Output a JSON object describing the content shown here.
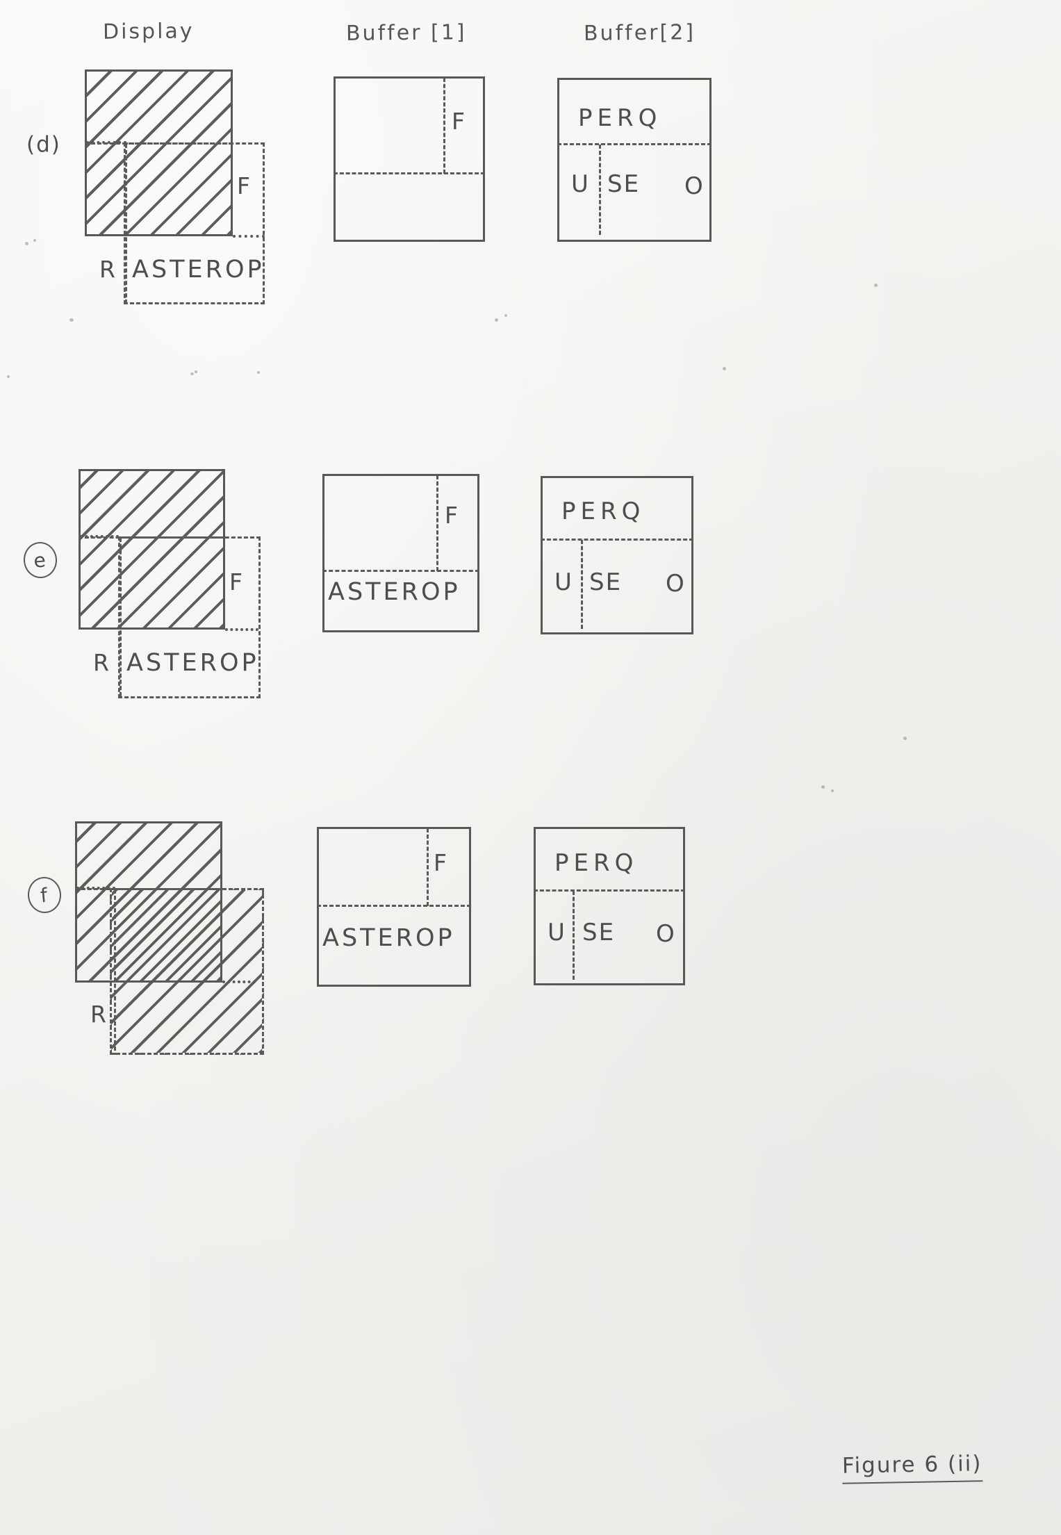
{
  "figure": {
    "caption": "Figure 6 (ii)"
  },
  "columns": [
    {
      "id": "display",
      "title": "Display"
    },
    {
      "id": "buffer1",
      "title": "Buffer [1]"
    },
    {
      "id": "buffer2",
      "title": "Buffer[2]"
    }
  ],
  "rows": [
    {
      "id": "d",
      "label": "(d)",
      "circled": false,
      "display": {
        "hatched": true,
        "overflow_hatched": false,
        "labels": {
          "f": "F",
          "r": "R",
          "asterop": "ASTEROP"
        }
      },
      "buffer1": {
        "top_text": "",
        "bottom_text": "",
        "f_label": "F"
      },
      "buffer2": {
        "top_text": "PERQ",
        "bottom_left": "U",
        "bottom_mid": "SE",
        "bottom_right": "O"
      }
    },
    {
      "id": "e",
      "label": "e",
      "circled": true,
      "display": {
        "hatched": true,
        "overflow_hatched": false,
        "labels": {
          "f": "F",
          "r": "R",
          "asterop": "ASTEROP"
        }
      },
      "buffer1": {
        "top_text": "",
        "bottom_text": "ASTEROP",
        "f_label": "F"
      },
      "buffer2": {
        "top_text": "PERQ",
        "bottom_left": "U",
        "bottom_mid": "SE",
        "bottom_right": "O"
      }
    },
    {
      "id": "f",
      "label": "f",
      "circled": true,
      "display": {
        "hatched": true,
        "overflow_hatched": true,
        "labels": {
          "f": "",
          "r": "R",
          "asterop": ""
        }
      },
      "buffer1": {
        "top_text": "",
        "bottom_text": "ASTEROP",
        "f_label": "F"
      },
      "buffer2": {
        "top_text": "PERQ",
        "bottom_left": "U",
        "bottom_mid": "SE",
        "bottom_right": "O"
      }
    }
  ]
}
